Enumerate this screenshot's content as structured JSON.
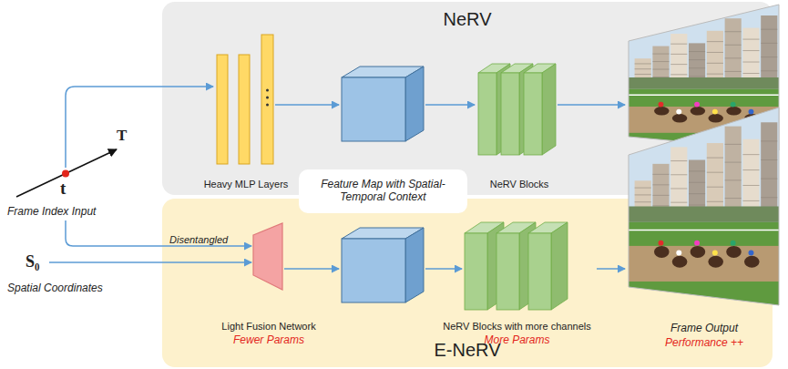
{
  "diagram": {
    "nodes": [
      {
        "text": [
          "NeRV"
        ]
      },
      {
        "text": [
          "Heavy MLP Layers"
        ],
        "in": 0
      },
      {
        "text": [
          "NeRV Blocks"
        ],
        "in": 0
      },
      {
        "text": [
          "Feature Map with Spatial-Temporal Context"
        ]
      },
      {
        "text": [
          "E-NeRV"
        ]
      },
      {
        "text": [
          "Light Fusion Network",
          "Fewer Params"
        ],
        "in": 4
      },
      {
        "text": [
          "NeRV Blocks with more channels",
          "More Params"
        ],
        "in": 4
      },
      {
        "text": [
          "Frame Output",
          "Performance ++"
        ]
      }
    ],
    "edges": [
      {
        "from": 6,
        "to": 7,
        "arrow": "to"
      }
    ],
    "labels": [
      "T",
      "t",
      "Frame Index Input",
      "S₀",
      "Spatial Coordinates",
      "Disentangled"
    ]
  }
}
